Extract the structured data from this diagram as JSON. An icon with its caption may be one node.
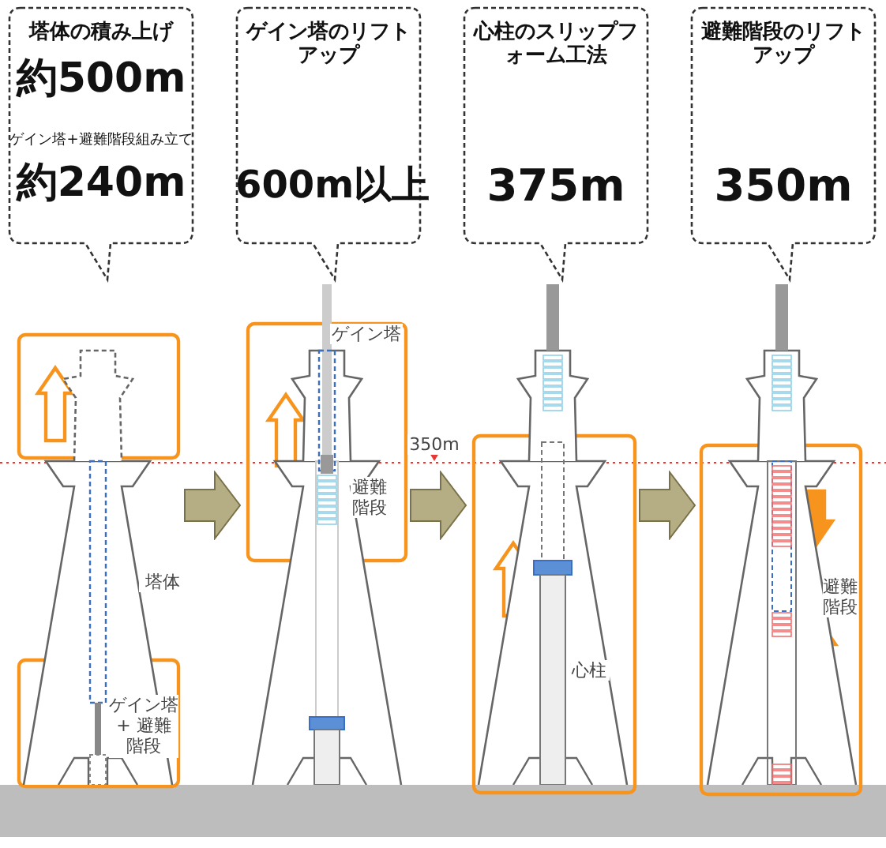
{
  "diagram": {
    "nodes": [
      {
        "text": [
          "塔体の積み上げ",
          "約500m",
          "ゲイン塔+避難階段組み立て",
          "約240m"
        ]
      },
      {
        "text": [
          "ゲイン塔のリフトアップ",
          "600m以上"
        ]
      },
      {
        "text": [
          "心柱のスリップフォーム工法",
          "375m"
        ]
      },
      {
        "text": [
          "避難階段のリフトアップ",
          "350m"
        ]
      },
      {
        "text": [],
        "shape": "tower"
      },
      {
        "text": [],
        "shape": "tower"
      },
      {
        "text": [],
        "shape": "tower"
      },
      {
        "text": [],
        "shape": "tower"
      }
    ],
    "edges": [
      {
        "from": 4,
        "to": 5,
        "arrow": "to"
      },
      {
        "from": 5,
        "to": 6,
        "arrow": "to"
      },
      {
        "from": 6,
        "to": 7,
        "arrow": "to"
      }
    ],
    "labels": [
      "塔体",
      "ゲイン塔 + 避難階段",
      "ゲイン塔",
      "避難階段",
      "350m",
      "心柱",
      "避難階段"
    ]
  }
}
